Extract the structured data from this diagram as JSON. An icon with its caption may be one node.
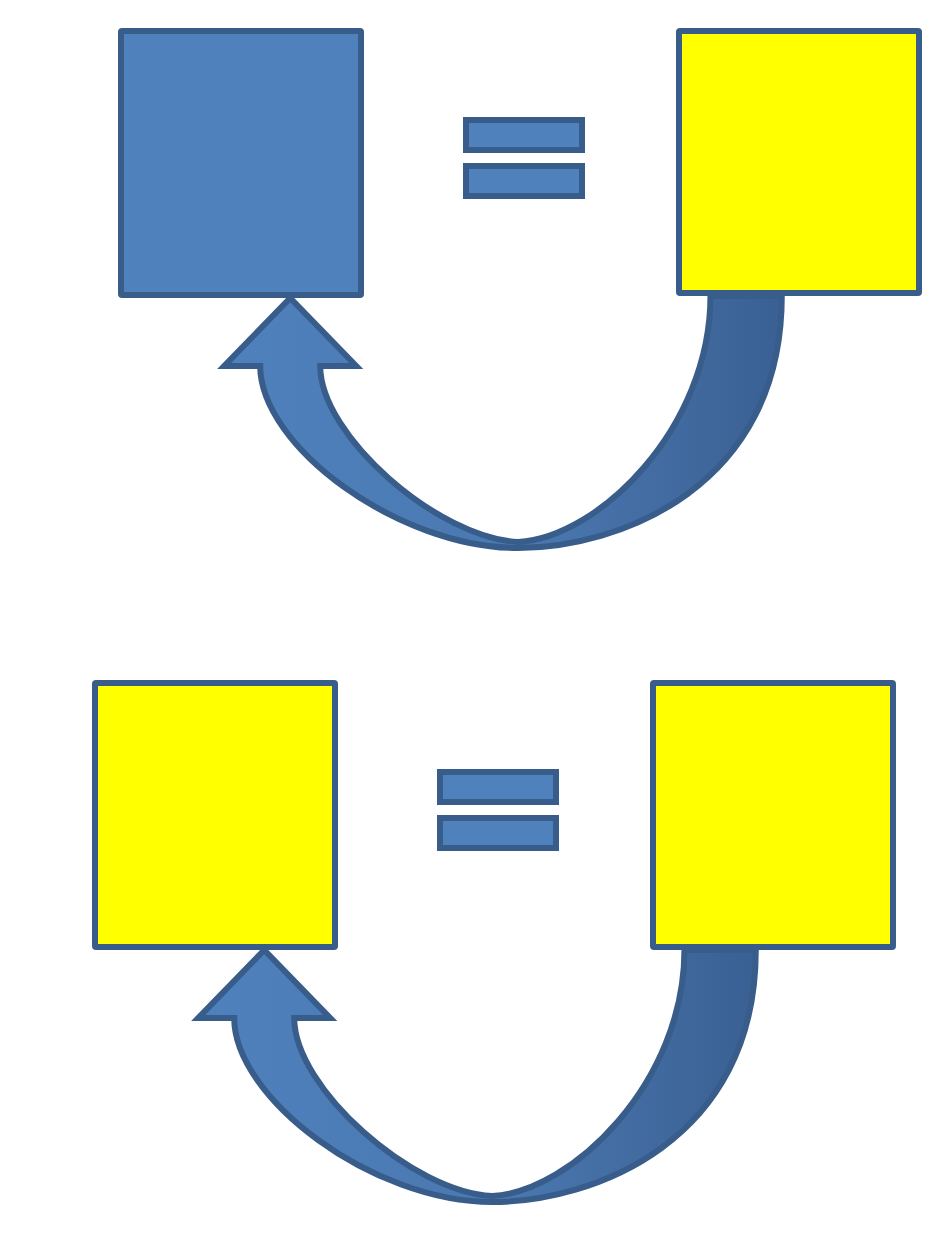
{
  "diagram": {
    "nodes": [
      {
        "text": [],
        "shape": "box"
      },
      {
        "text": [],
        "shape": "box"
      },
      {
        "text": [],
        "shape": "box"
      },
      {
        "text": [],
        "shape": "box"
      }
    ],
    "edges": [
      {
        "from": 1,
        "to": 0,
        "arrow": "to"
      },
      {
        "from": 3,
        "to": 2,
        "arrow": "to"
      }
    ]
  }
}
